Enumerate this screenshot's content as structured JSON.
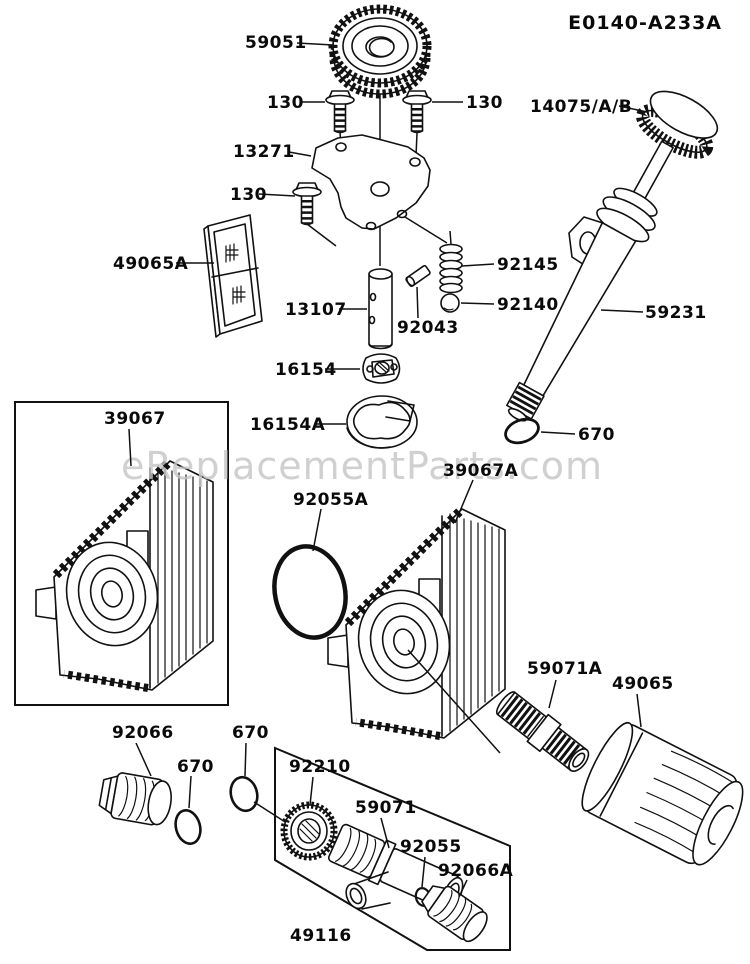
{
  "diagram": {
    "title": "E0140-A233A",
    "watermark": "eReplacementParts.com",
    "labels": {
      "gear": "59051",
      "bolt_a": "130",
      "bolt_b": "130",
      "bolt_c": "130",
      "plate": "13271",
      "filler_cap": "14075/A/B",
      "filter_screen": "49065A",
      "spring": "92145",
      "pivot_tube": "13107",
      "pin": "92043",
      "ball": "92140",
      "dipstick_tube": "59231",
      "rotor_inner": "16154",
      "rotor_outer": "16154A",
      "oring_dipstick": "670",
      "cover_left": "39067",
      "oring_large": "92055A",
      "cover_right": "39067A",
      "fitting": "59071A",
      "oil_filter": "49065",
      "plug": "92066",
      "oring_plug": "670",
      "oring_nut": "670",
      "nut": "92210",
      "relief_valve": "59071",
      "oring_valve": "92055",
      "plug_small": "92066A",
      "valve_kit": "49116"
    }
  }
}
